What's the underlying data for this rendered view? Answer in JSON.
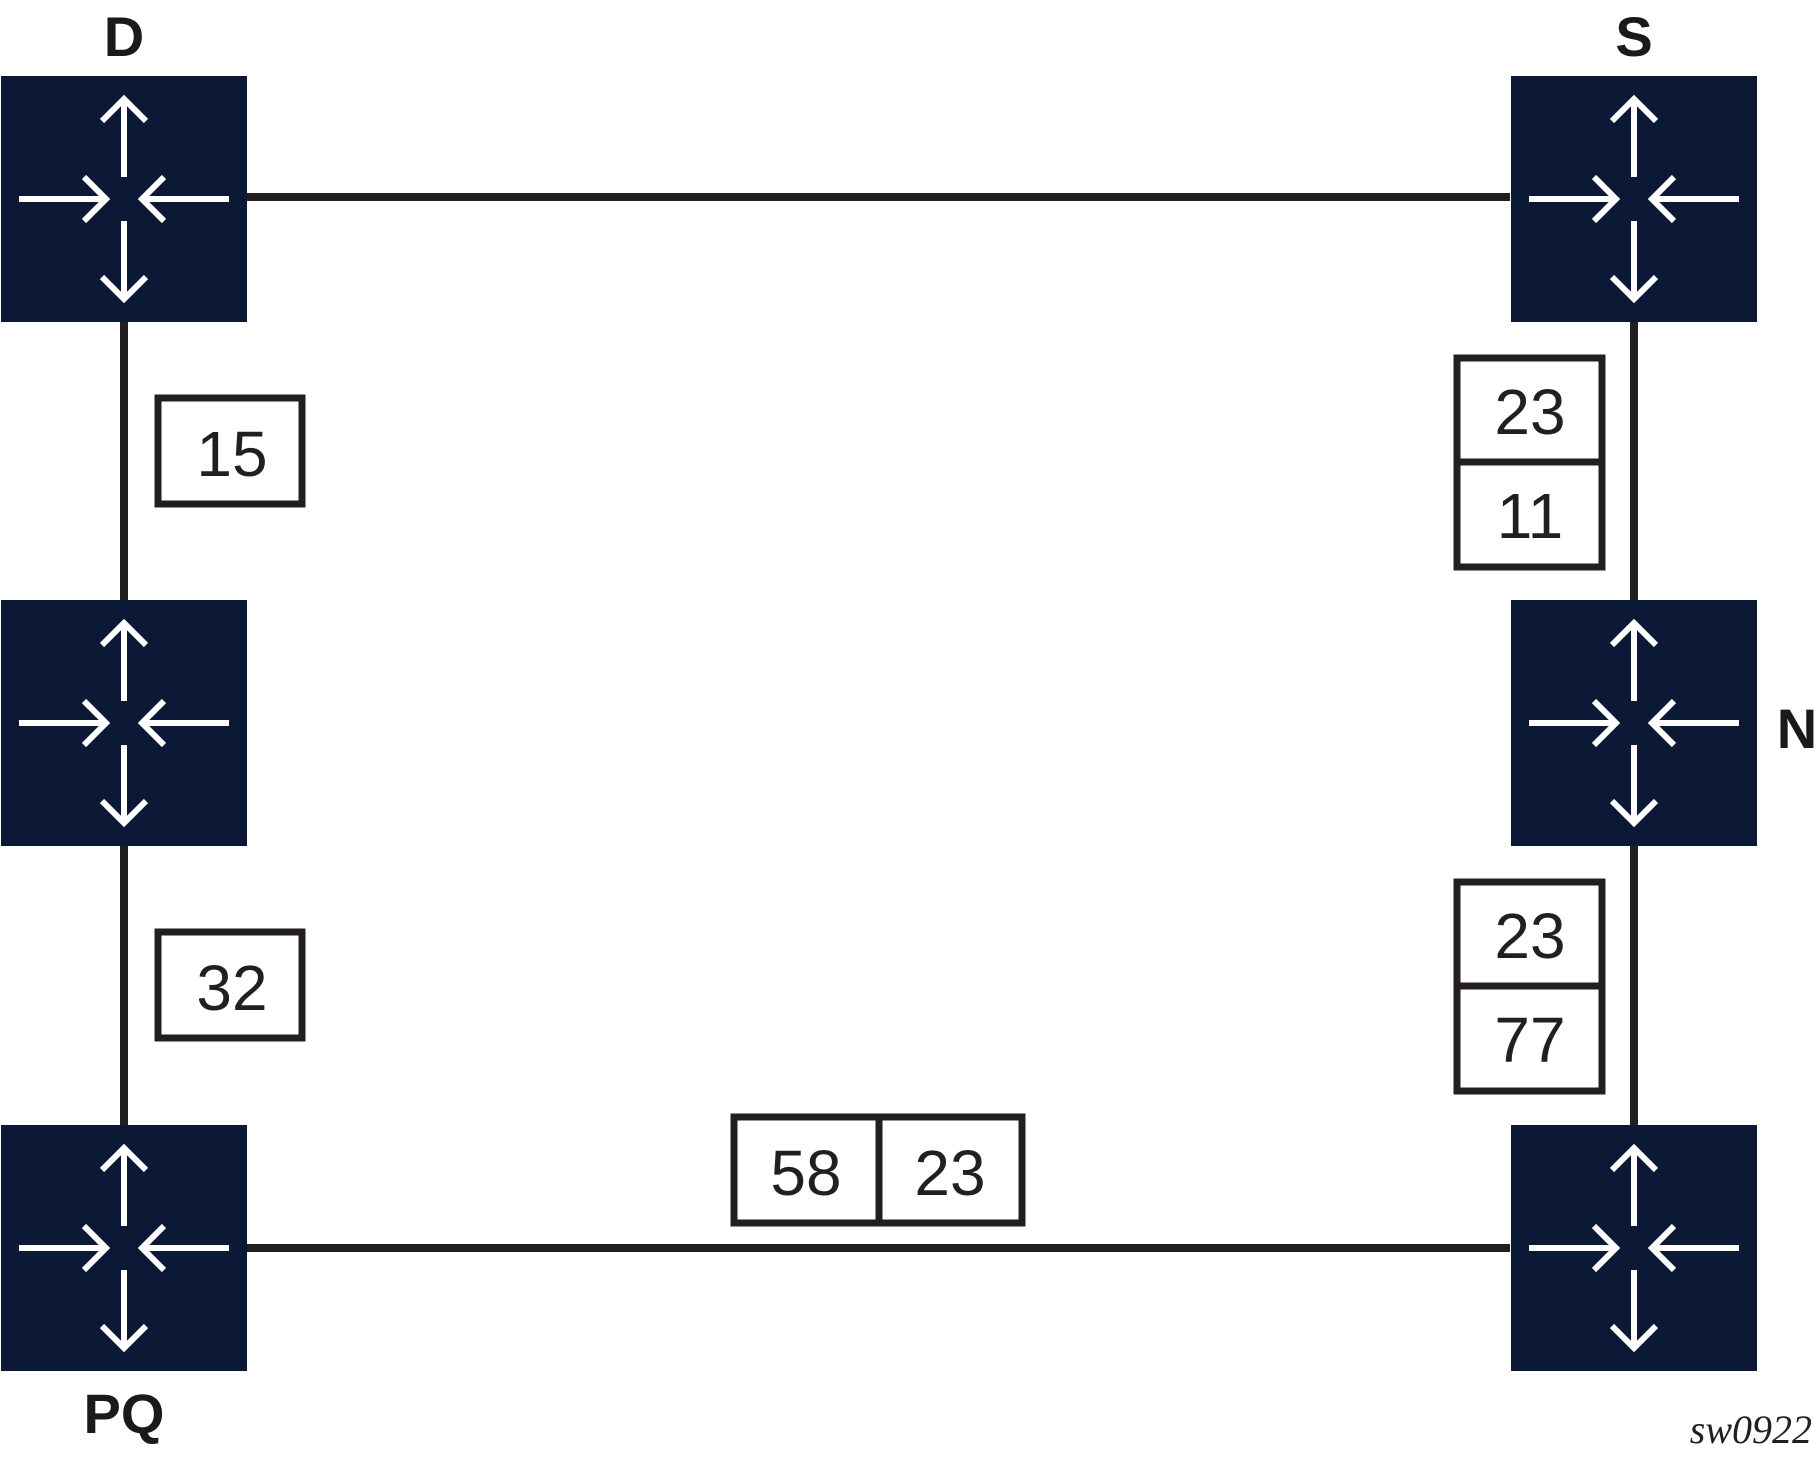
{
  "colors": {
    "router_fill": "#0b1836",
    "router_arrow": "#ffffff",
    "line": "#231f20",
    "label_border": "#231f20",
    "background": "#ffffff"
  },
  "icons": {
    "router": "router-icon"
  },
  "nodes": {
    "d": {
      "name": "D"
    },
    "s": {
      "name": "S"
    },
    "left_mid": {
      "name": ""
    },
    "n": {
      "name": "N"
    },
    "pq": {
      "name": "PQ"
    },
    "bottom_right": {
      "name": ""
    }
  },
  "label_stacks": {
    "d_to_mid": [
      "15"
    ],
    "mid_to_pq": [
      "32"
    ],
    "s_to_n": [
      "23",
      "11"
    ],
    "n_to_bottom_right": [
      "23",
      "77"
    ],
    "pq_to_bottom_right": [
      "58",
      "23"
    ]
  },
  "figure_id": "sw0922"
}
